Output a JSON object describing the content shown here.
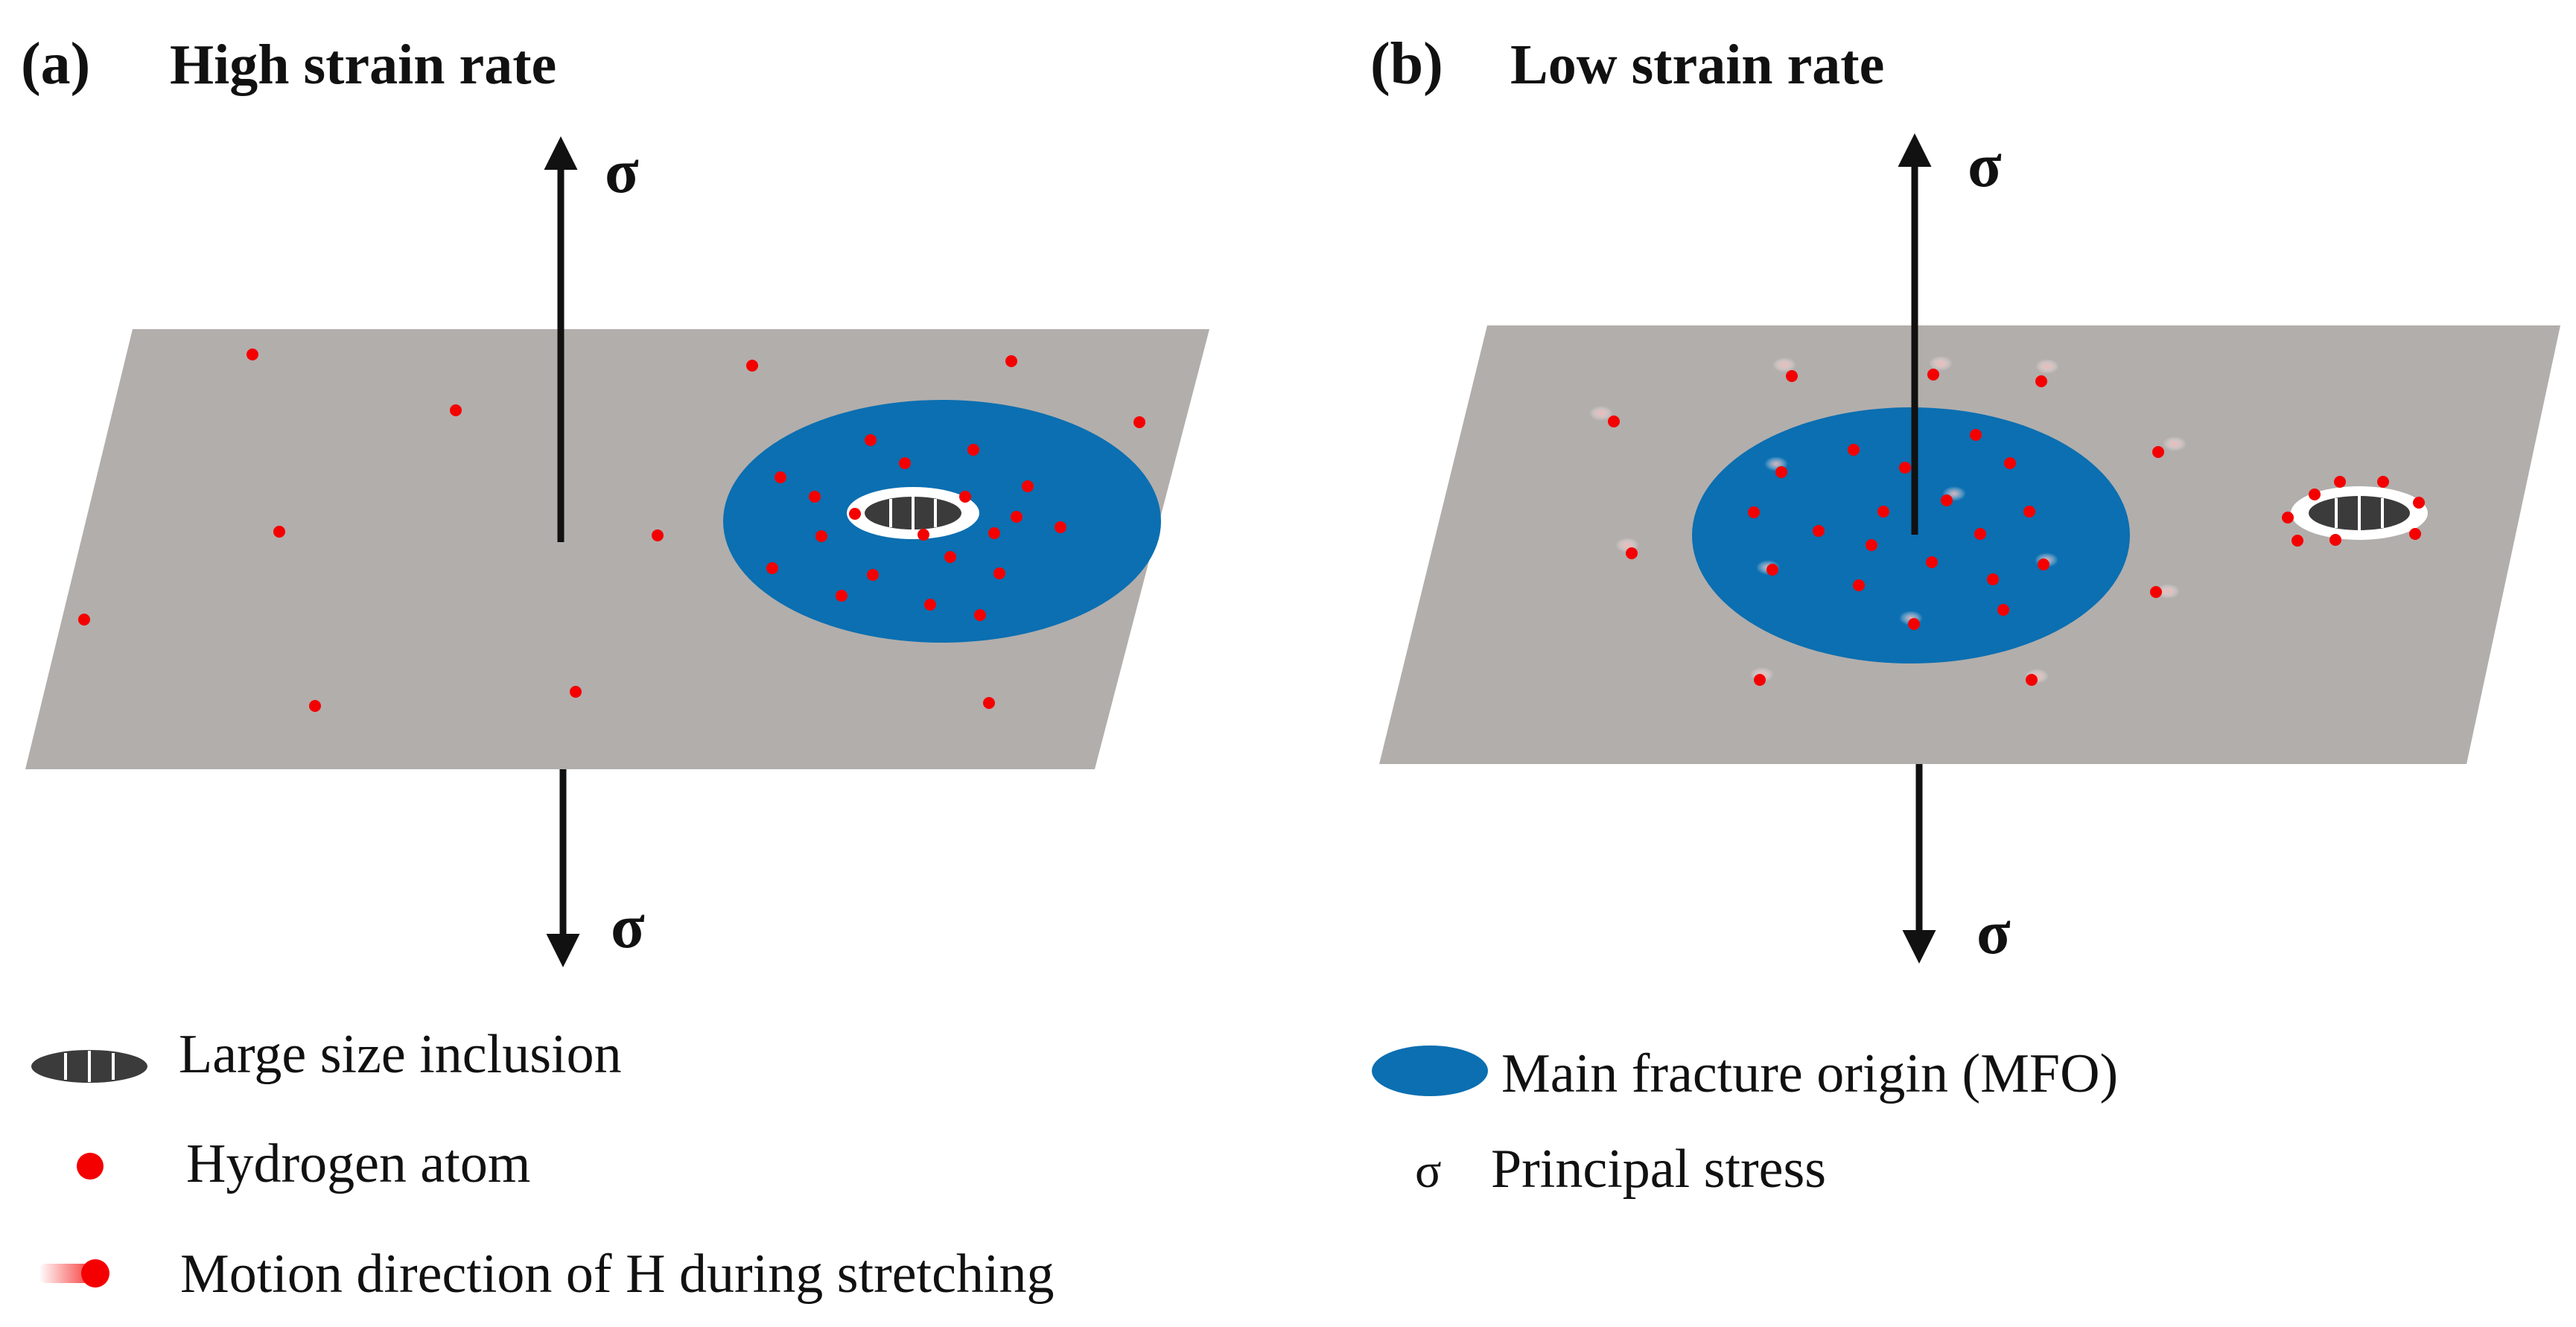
{
  "panels": {
    "a": {
      "tag": "(a)",
      "title": "High strain rate",
      "sigma_top": "σ",
      "sigma_bottom": "σ"
    },
    "b": {
      "tag": "(b)",
      "title": "Low strain rate",
      "sigma_top": "σ",
      "sigma_bottom": "σ"
    }
  },
  "legend": {
    "inclusion": "Large size inclusion",
    "hydrogen": "Hydrogen atom",
    "motion": "Motion direction of H during stretching",
    "mfo": "Main fracture origin (MFO)",
    "sigma_symbol": "σ",
    "principal_stress": "Principal stress"
  },
  "colors": {
    "plate": "#b2aeac",
    "mfo": "#0b6fb1",
    "hydrogen": "#f40000",
    "inclusion": "#3b3b3b",
    "arrow": "#111111"
  }
}
